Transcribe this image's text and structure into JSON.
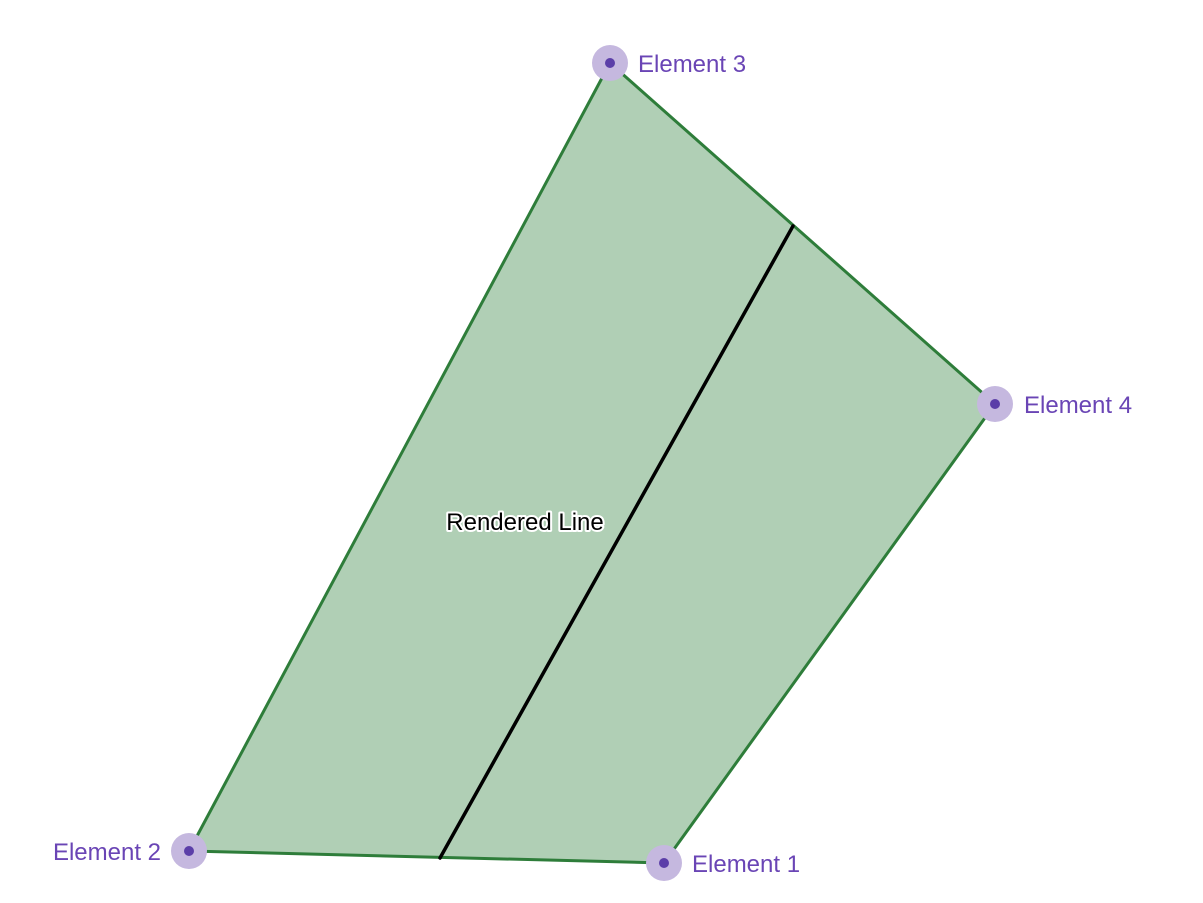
{
  "diagram": {
    "line_label": "Rendered Line",
    "points": [
      {
        "id": "element-1",
        "label": "Element 1"
      },
      {
        "id": "element-2",
        "label": "Element 2"
      },
      {
        "id": "element-3",
        "label": "Element 3"
      },
      {
        "id": "element-4",
        "label": "Element 4"
      }
    ]
  },
  "colors": {
    "polygon_fill": "#b0cfb5",
    "polygon_stroke": "#2e7d3a",
    "line_stroke": "#000000",
    "point_halo": "#c5b8df",
    "point_core": "#5b3ea8",
    "label_text": "#6a45b5",
    "line_label_text": "#000000"
  }
}
